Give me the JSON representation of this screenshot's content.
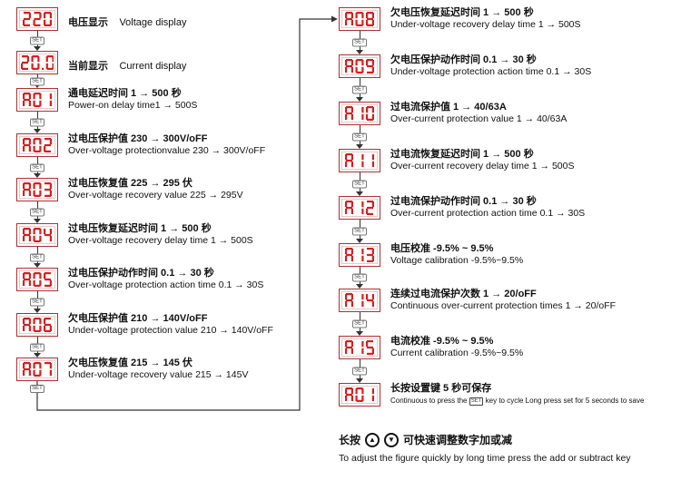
{
  "keys": {
    "set_label": "SET"
  },
  "left": [
    {
      "code": "220",
      "zh": "电压显示",
      "en": "Voltage display"
    },
    {
      "code": "20.0",
      "zh": "当前显示",
      "en": "Current display"
    },
    {
      "code": "A01",
      "zh": "通电延迟时间 1 → 500 秒",
      "en": "Power-on delay time1 → 500S"
    },
    {
      "code": "A02",
      "zh": "过电压保护值 230 → 300V/oFF",
      "en": "Over-voltage protectionvalue 230 → 300V/oFF"
    },
    {
      "code": "A03",
      "zh": "过电压恢复值 225 → 295 伏",
      "en": "Over-voltage recovery value 225 → 295V"
    },
    {
      "code": "A04",
      "zh": "过电压恢复延迟时间 1 → 500 秒",
      "en": "Over-voltage recovery delay time 1 → 500S"
    },
    {
      "code": "A05",
      "zh": "过电压保护动作时间 0.1 → 30 秒",
      "en": "Over-voltage protection action time 0.1 → 30S"
    },
    {
      "code": "A06",
      "zh": "欠电压保护值 210 → 140V/oFF",
      "en": "Under-voltage protection value 210 → 140V/oFF"
    },
    {
      "code": "A07",
      "zh": "欠电压恢复值 215 → 145 伏",
      "en": "Under-voltage recovery value 215 → 145V"
    }
  ],
  "right": [
    {
      "code": "A08",
      "zh": "欠电压恢复延迟时间 1 → 500 秒",
      "en": "Under-voltage recovery delay time 1 → 500S"
    },
    {
      "code": "A09",
      "zh": "欠电压保护动作时间 0.1 → 30 秒",
      "en": "Under-voltage protection action time 0.1 → 30S"
    },
    {
      "code": "A10",
      "zh": "过电流保护值 1 → 40/63A",
      "en": "Over-current protection value 1 → 40/63A"
    },
    {
      "code": "A11",
      "zh": "过电流恢复延迟时间 1 → 500 秒",
      "en": "Over-current recovery delay time 1 → 500S"
    },
    {
      "code": "A12",
      "zh": "过电流保护动作时间 0.1 → 30 秒",
      "en": "Over-current protection action time 0.1 → 30S"
    },
    {
      "code": "A13",
      "zh": "电压校准 -9.5% ~ 9.5%",
      "en": "Voltage calibration -9.5%~9.5%"
    },
    {
      "code": "A14",
      "zh": "连续过电流保护次数 1 → 20/oFF",
      "en": "Continuous over-current protection times 1 → 20/oFF"
    },
    {
      "code": "A15",
      "zh": "电流校准 -9.5% ~ 9.5%",
      "en": "Current calibration -9.5%~9.5%"
    },
    {
      "code": "A01",
      "zh": "长按设置键 5 秒可保存",
      "en_pre": "Continuous to press the",
      "en_key": "SET",
      "en_post": "key to cycle Long press set for 5 seconds to save"
    }
  ],
  "footer": {
    "long_press": "长按",
    "up_symbol": "▲",
    "down_symbol": "▼",
    "hint_zh": "可快速调整数字加或减",
    "hint_en": "To adjust the figure quickly by long time press the add or subtract key"
  },
  "colors": {
    "led": "#d81e1e",
    "line": "#333333"
  }
}
